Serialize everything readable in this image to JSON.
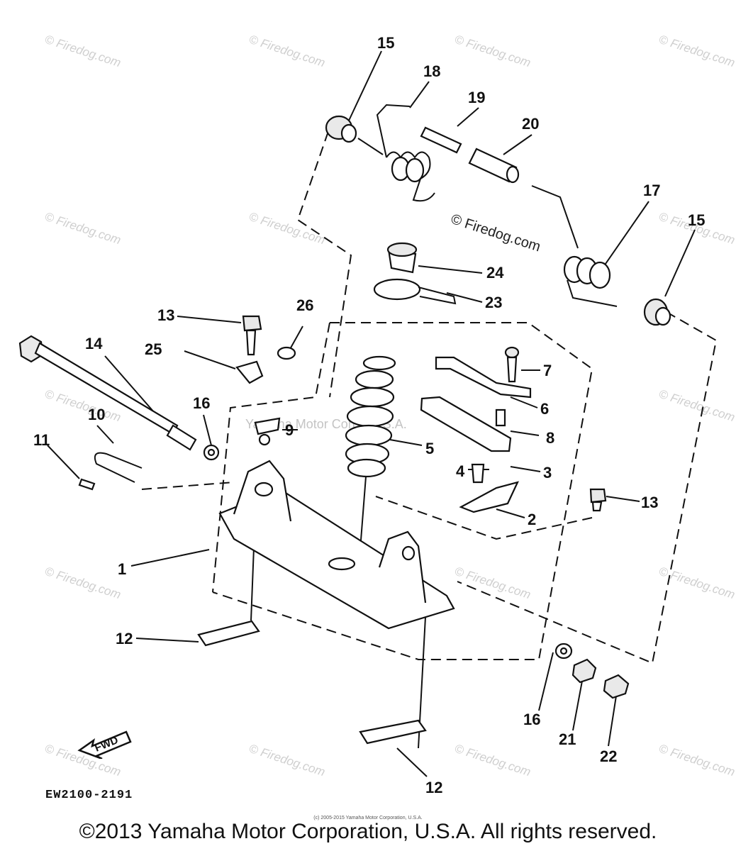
{
  "diagram": {
    "callouts": [
      {
        "id": "c15a",
        "text": "15"
      },
      {
        "id": "c18",
        "text": "18"
      },
      {
        "id": "c19",
        "text": "19"
      },
      {
        "id": "c20",
        "text": "20"
      },
      {
        "id": "c17",
        "text": "17"
      },
      {
        "id": "c15b",
        "text": "15"
      },
      {
        "id": "c24",
        "text": "24"
      },
      {
        "id": "c23",
        "text": "23"
      },
      {
        "id": "c26",
        "text": "26"
      },
      {
        "id": "c13a",
        "text": "13"
      },
      {
        "id": "c25",
        "text": "25"
      },
      {
        "id": "c14",
        "text": "14"
      },
      {
        "id": "c7",
        "text": "7"
      },
      {
        "id": "c6",
        "text": "6"
      },
      {
        "id": "c16a",
        "text": "16"
      },
      {
        "id": "c10",
        "text": "10"
      },
      {
        "id": "c9",
        "text": "9"
      },
      {
        "id": "c8",
        "text": "8"
      },
      {
        "id": "c11",
        "text": "11"
      },
      {
        "id": "c5",
        "text": "5"
      },
      {
        "id": "c3",
        "text": "3"
      },
      {
        "id": "c4",
        "text": "4"
      },
      {
        "id": "c13b",
        "text": "13"
      },
      {
        "id": "c2",
        "text": "2"
      },
      {
        "id": "c1",
        "text": "1"
      },
      {
        "id": "c12a",
        "text": "12"
      },
      {
        "id": "c16b",
        "text": "16"
      },
      {
        "id": "c21",
        "text": "21"
      },
      {
        "id": "c22",
        "text": "22"
      },
      {
        "id": "c12b",
        "text": "12"
      }
    ],
    "part_code": "EW2100-2191",
    "fwd_label": "FWD",
    "watermark_dark": "© Firedog.com",
    "watermark_light": "© Firedog.com",
    "center_watermark": "Yamaha Motor Corp., U.S.A.",
    "small_copyright": "(c) 2005-2015 Yamaha Motor Corporation, U.S.A.",
    "copyright": "©2013 Yamaha Motor Corporation, U.S.A. All rights reserved."
  }
}
